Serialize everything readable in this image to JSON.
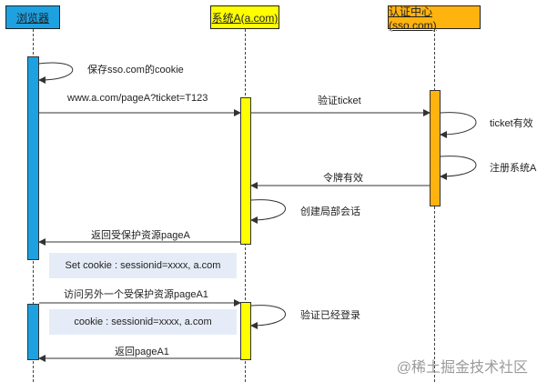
{
  "actors": {
    "browser": "浏览器",
    "site_a": "系统A(a.com)",
    "sso": "认证中心(sso.com)"
  },
  "colors": {
    "browser": "#1ea1e0",
    "site_a": "#ffff00",
    "sso": "#ffb30f",
    "note_bg": "#e6ecf7",
    "line": "#333333"
  },
  "messages": {
    "save_cookie": "保存sso.com的cookie",
    "request_page_a": "www.a.com/pageA?ticket=T123",
    "verify_ticket": "验证ticket",
    "ticket_valid": "ticket有效",
    "register_site_a": "注册系统A",
    "token_valid": "令牌有效",
    "create_session": "创建局部会话",
    "return_page_a": "返回受保护资源pageA",
    "visit_page_a1": "访问另外一个受保护资源pageA1",
    "verified_logged_in": "验证已经登录",
    "return_page_a1": "返回pageA1"
  },
  "notes": {
    "set_cookie": "Set cookie : sessionid=xxxx, a.com",
    "cookie": "cookie : sessionid=xxxx, a.com"
  },
  "watermark": "@稀土掘金技术社区"
}
